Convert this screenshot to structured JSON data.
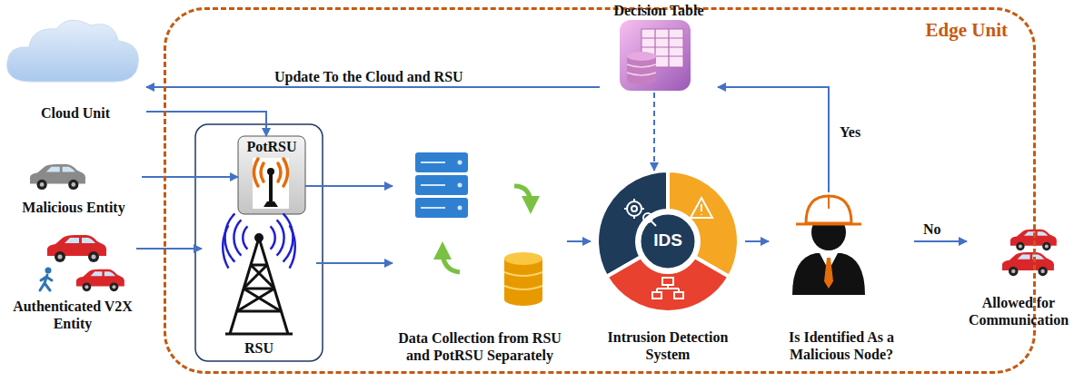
{
  "diagram": {
    "nodes": [
      {
        "text": [
          "Edge Unit"
        ]
      },
      {
        "text": [
          "Cloud Unit"
        ]
      },
      {
        "text": [
          "Malicious Entity"
        ]
      },
      {
        "text": [
          "Authenticated V2X Entity"
        ]
      },
      {
        "text": [
          "PotRSU"
        ],
        "in": 0
      },
      {
        "text": [
          "RSU"
        ],
        "in": 0
      },
      {
        "text": [
          "Data Collection from RSU and PotRSU Separately"
        ],
        "in": 0
      },
      {
        "text": [
          "Decision Table"
        ],
        "in": 0
      },
      {
        "text": [
          "IDS",
          "Intrusion Detection System"
        ],
        "in": 0
      },
      {
        "text": [
          "Is Identified As a Malicious Node?"
        ],
        "in": 0
      },
      {
        "text": [
          "Allowed for Communication"
        ]
      }
    ],
    "edges": [
      {
        "from": 7,
        "to": 1,
        "arrow": "to",
        "label": "Update To the Cloud and RSU"
      },
      {
        "from": 1,
        "to": 4,
        "arrow": "to"
      },
      {
        "from": 2,
        "to": 4,
        "arrow": "to"
      },
      {
        "from": 3,
        "to": 5,
        "arrow": "to"
      },
      {
        "from": 4,
        "to": 6,
        "arrow": "to"
      },
      {
        "from": 5,
        "to": 6,
        "arrow": "to"
      },
      {
        "from": 6,
        "to": 8,
        "arrow": "to"
      },
      {
        "from": 8,
        "to": 9,
        "arrow": "to"
      },
      {
        "from": 9,
        "to": 7,
        "arrow": "to",
        "label": "Yes"
      },
      {
        "from": 9,
        "to": 10,
        "arrow": "to",
        "label": "No"
      },
      {
        "from": 7,
        "to": 8,
        "arrow": "to"
      }
    ]
  }
}
